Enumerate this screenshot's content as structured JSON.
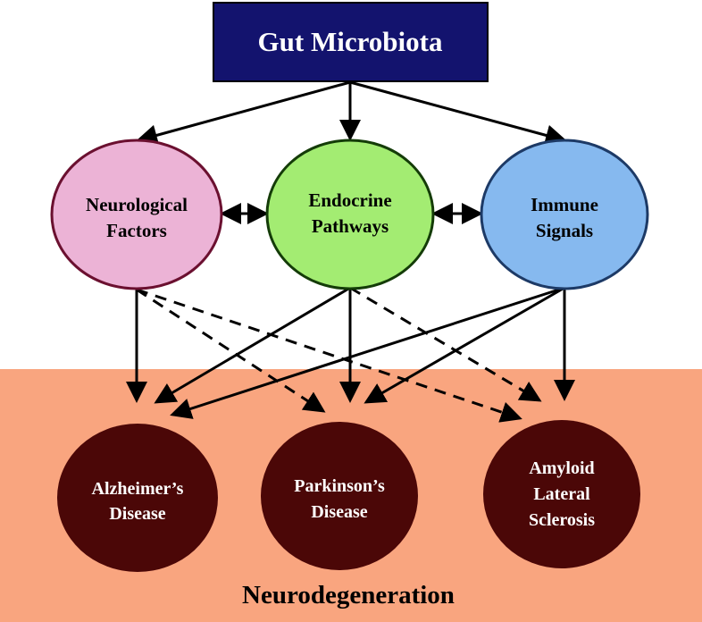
{
  "title": "Gut Microbiota",
  "factors": [
    {
      "id": "neurological",
      "lines": [
        "Neurological",
        "Factors"
      ],
      "fill": "#ecb3d6",
      "stroke": "#6b1030"
    },
    {
      "id": "endocrine",
      "lines": [
        "Endocrine",
        "Pathways"
      ],
      "fill": "#a3ec72",
      "stroke": "#143c08"
    },
    {
      "id": "immune",
      "lines": [
        "Immune",
        "Signals"
      ],
      "fill": "#86b9ef",
      "stroke": "#1d3a66"
    }
  ],
  "diseases": [
    {
      "id": "alzheimers",
      "lines": [
        "Alzheimer’s",
        "Disease"
      ]
    },
    {
      "id": "parkinsons",
      "lines": [
        "Parkinson’s",
        "Disease"
      ]
    },
    {
      "id": "als",
      "lines": [
        "Amyloid",
        "Lateral",
        "Sclerosis"
      ]
    }
  ],
  "region_label": "Neurodegeneration",
  "colors": {
    "title_box": "#13136e",
    "region": "#f9a57f",
    "disease_fill": "#4b0707",
    "arrow": "#000000"
  }
}
